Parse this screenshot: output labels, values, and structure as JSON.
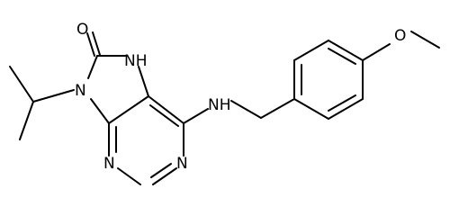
{
  "molecule": {
    "atoms": {
      "o_carbonyl": "O",
      "nh_ring": "NH",
      "n9": "N",
      "n1": "N",
      "n3": "N",
      "nh_amine": "NH",
      "o_methoxy": "O"
    }
  },
  "colors": {
    "ink": "#000000",
    "background": "#ffffff"
  }
}
